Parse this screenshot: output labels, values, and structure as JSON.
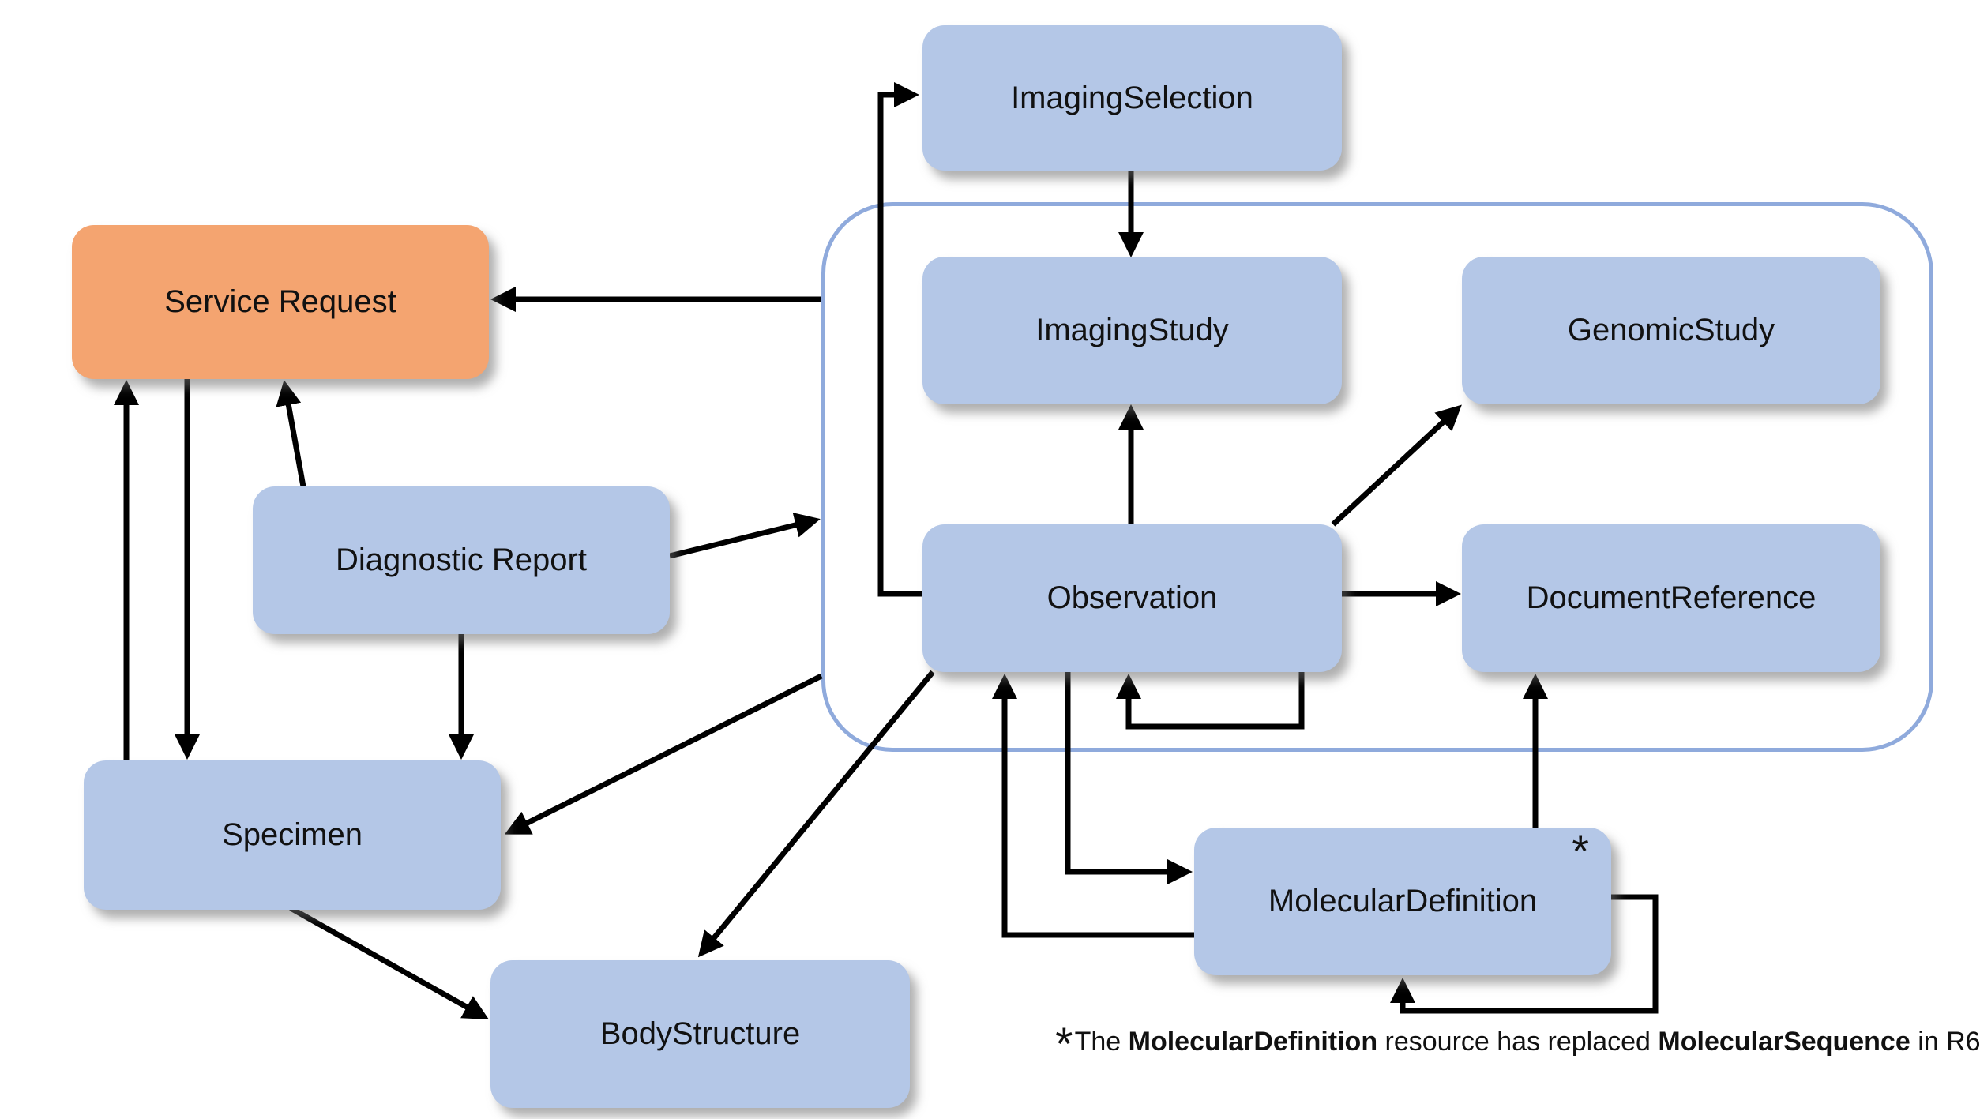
{
  "diagram": {
    "type": "resource-relationship-diagram",
    "nodes": {
      "imaging_selection": {
        "label": "ImagingSelection"
      },
      "service_request": {
        "label": "Service Request"
      },
      "imaging_study": {
        "label": "ImagingStudy"
      },
      "genomic_study": {
        "label": "GenomicStudy"
      },
      "diagnostic_report": {
        "label": "Diagnostic Report"
      },
      "observation": {
        "label": "Observation"
      },
      "document_reference": {
        "label": "DocumentReference"
      },
      "specimen": {
        "label": "Specimen"
      },
      "molecular_definition": {
        "label": "MolecularDefinition",
        "annotation": "*"
      },
      "body_structure": {
        "label": "BodyStructure"
      }
    },
    "edges": [
      {
        "from": "observation",
        "to": "imaging_selection"
      },
      {
        "from": "imaging_selection",
        "to": "imaging_study"
      },
      {
        "from": "diagnostics_group",
        "to": "service_request"
      },
      {
        "from": "observation",
        "to": "imaging_study"
      },
      {
        "from": "observation",
        "to": "genomic_study"
      },
      {
        "from": "observation",
        "to": "document_reference"
      },
      {
        "from": "diagnostic_report",
        "to": "diagnostics_group"
      },
      {
        "from": "diagnostic_report",
        "to": "service_request"
      },
      {
        "from": "diagnostic_report",
        "to": "specimen"
      },
      {
        "from": "specimen",
        "to": "service_request"
      },
      {
        "from": "service_request",
        "to": "specimen"
      },
      {
        "from": "diagnostics_group",
        "to": "specimen"
      },
      {
        "from": "observation",
        "to": "body_structure"
      },
      {
        "from": "specimen",
        "to": "body_structure"
      },
      {
        "from": "observation",
        "to": "observation"
      },
      {
        "from": "observation",
        "to": "molecular_definition"
      },
      {
        "from": "molecular_definition",
        "to": "observation"
      },
      {
        "from": "molecular_definition",
        "to": "document_reference"
      },
      {
        "from": "molecular_definition",
        "to": "molecular_definition"
      }
    ],
    "colors": {
      "node_fill": "#b4c7e7",
      "service_request_fill": "#f4a470",
      "group_outline": "#8faadc",
      "arrow": "#000000",
      "text": "#111111"
    },
    "footnote": {
      "asterisk": "*",
      "text_prefix": "The ",
      "bold_term_1": "MolecularDefinition",
      "text_middle": " resource has replaced ",
      "bold_term_2": "MolecularSequence",
      "text_suffix": " in R6"
    }
  }
}
